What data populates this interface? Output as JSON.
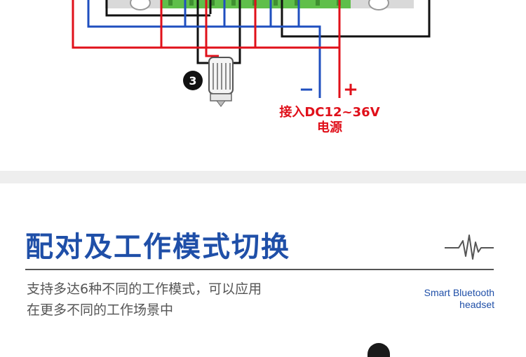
{
  "wiring": {
    "marker_number": "❸",
    "negative_sign": "−",
    "positive_sign": "+",
    "power_label_line1": "接入DC12~36V",
    "power_label_line2": "电源",
    "colors": {
      "red_wire": "#e0101a",
      "blue_wire": "#1f4fbf",
      "black_wire": "#111111",
      "terminal_green": "#5fbf4a",
      "enclosure_gray": "#d9d9d9"
    }
  },
  "section": {
    "title": "配对及工作模式切换",
    "description_line1": "支持多达6种不同的工作模式，可以应用",
    "description_line2": "在更多不同的工作场景中",
    "caption_line1": "Smart Bluetooth",
    "caption_line2": "headset",
    "icon": "waveform-icon",
    "colors": {
      "title": "#1f4fa8",
      "body_text": "#555555",
      "rule": "#555555",
      "background_gap": "#eeeeee"
    }
  }
}
